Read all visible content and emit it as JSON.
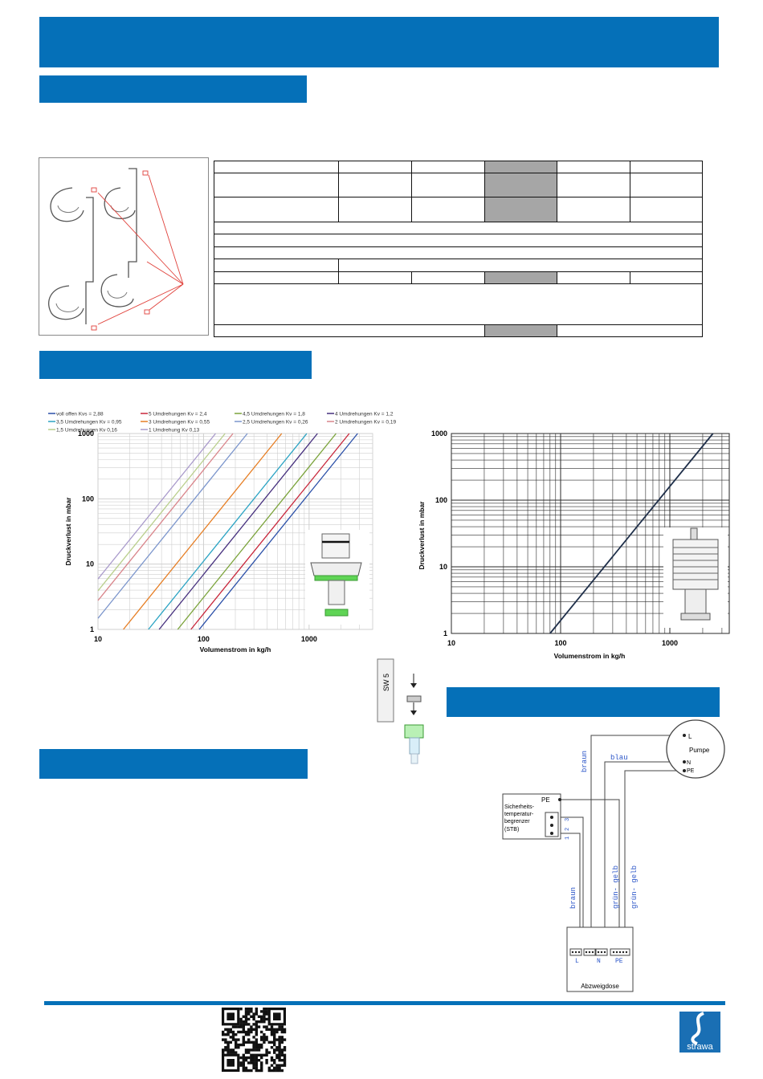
{
  "chart_data": [
    {
      "type": "line",
      "scale": "log-log",
      "xlabel": "Volumenstrom in kg/h",
      "ylabel": "Druckverlust in mbar",
      "xlim": [
        10,
        4000
      ],
      "ylim": [
        1,
        1000
      ],
      "x_ticks": [
        "10",
        "100",
        "1000"
      ],
      "y_ticks": [
        "1",
        "10",
        "100",
        "1000"
      ],
      "grid": true,
      "legend_position": "top",
      "series": [
        {
          "name": "voll offen Kvs = 2,88",
          "kv": 2.88,
          "color": "#2a4fa8"
        },
        {
          "name": "5 Umdrehungen Kv = 2,4",
          "kv": 2.4,
          "color": "#c8263a"
        },
        {
          "name": "4,5 Umdrehungen Kv = 1,8",
          "kv": 1.8,
          "color": "#7aa33a"
        },
        {
          "name": "4 Umdrehungen Kv = 1,2",
          "kv": 1.2,
          "color": "#46307e"
        },
        {
          "name": "3,5 Umdrehungen Kv = 0,95",
          "kv": 0.95,
          "color": "#2aa3c3"
        },
        {
          "name": "3 Umdrehungen Kv = 0,55",
          "kv": 0.55,
          "color": "#e67d22"
        },
        {
          "name": "2,5 Umdrehungen Kv = 0,26",
          "kv": 0.26,
          "color": "#7b95cc"
        },
        {
          "name": "2 Umdrehungen Kv = 0,19",
          "kv": 0.19,
          "color": "#d9848a"
        },
        {
          "name": "1,5 Umdrehungen Kv 0,16",
          "kv": 0.16,
          "color": "#b9cf8c"
        },
        {
          "name": "1 Umdrehung Kv 0,13",
          "kv": 0.13,
          "color": "#a99acb"
        }
      ]
    },
    {
      "type": "line",
      "scale": "log-log",
      "xlabel": "Volumenstrom in kg/h",
      "ylabel": "Druckverlust in mbar",
      "xlim": [
        10,
        3500
      ],
      "ylim": [
        1,
        1000
      ],
      "x_ticks": [
        "10",
        "100",
        "1000"
      ],
      "y_ticks": [
        "1",
        "10",
        "100",
        "1000"
      ],
      "grid": true,
      "series": [
        {
          "x": [
            80,
            2480
          ],
          "y": [
            1,
            1000
          ],
          "color": "#1f2f4a"
        }
      ]
    }
  ],
  "wiring": {
    "stb_title": [
      "Sicherheits-",
      "temperatur-",
      "begrenzer",
      "(STB)"
    ],
    "pe": "PE",
    "stb_terminals": [
      "1",
      "2",
      "3"
    ],
    "pump_label": "Pumpe",
    "pump_terminals": [
      "L",
      "N",
      "PE"
    ],
    "wire_braun_top": "braun",
    "wire_blau": "blau",
    "wire_braun_bottom": "braun",
    "wire_gruengelb_1": "grün- gelb",
    "wire_gruengelb_2": "grün- gelb",
    "box_terminals": [
      "L",
      "N",
      "PE"
    ],
    "box_label": "Abzweigdose"
  },
  "tool_label": "SW 5",
  "logo_text": "strawa",
  "colors": {
    "header_blue": "#0570b8",
    "logo_blue": "#1a6fb4"
  }
}
